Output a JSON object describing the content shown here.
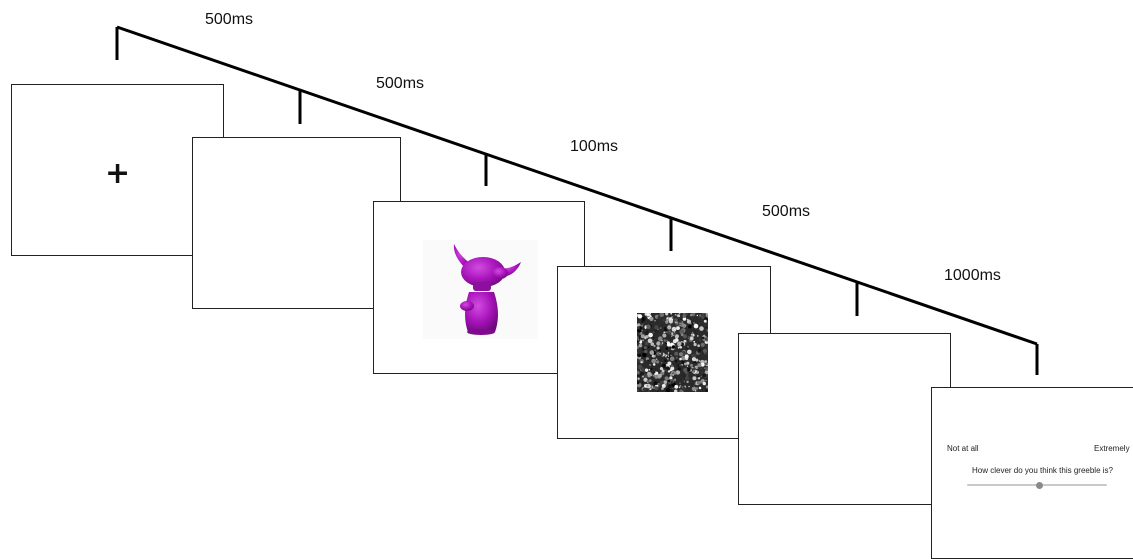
{
  "durations": [
    "500ms",
    "500ms",
    "100ms",
    "500ms",
    "1000ms"
  ],
  "fixation": {
    "symbol": "+"
  },
  "greeble": {
    "color": "#a512b8",
    "highlight": "#d24be0",
    "shadow": "#6f0a7c"
  },
  "mask": {
    "type": "noise"
  },
  "rating": {
    "question": "How clever do you think this greeble is?",
    "left_anchor": "Not at all",
    "right_anchor": "Extremely",
    "value": 0.52
  }
}
